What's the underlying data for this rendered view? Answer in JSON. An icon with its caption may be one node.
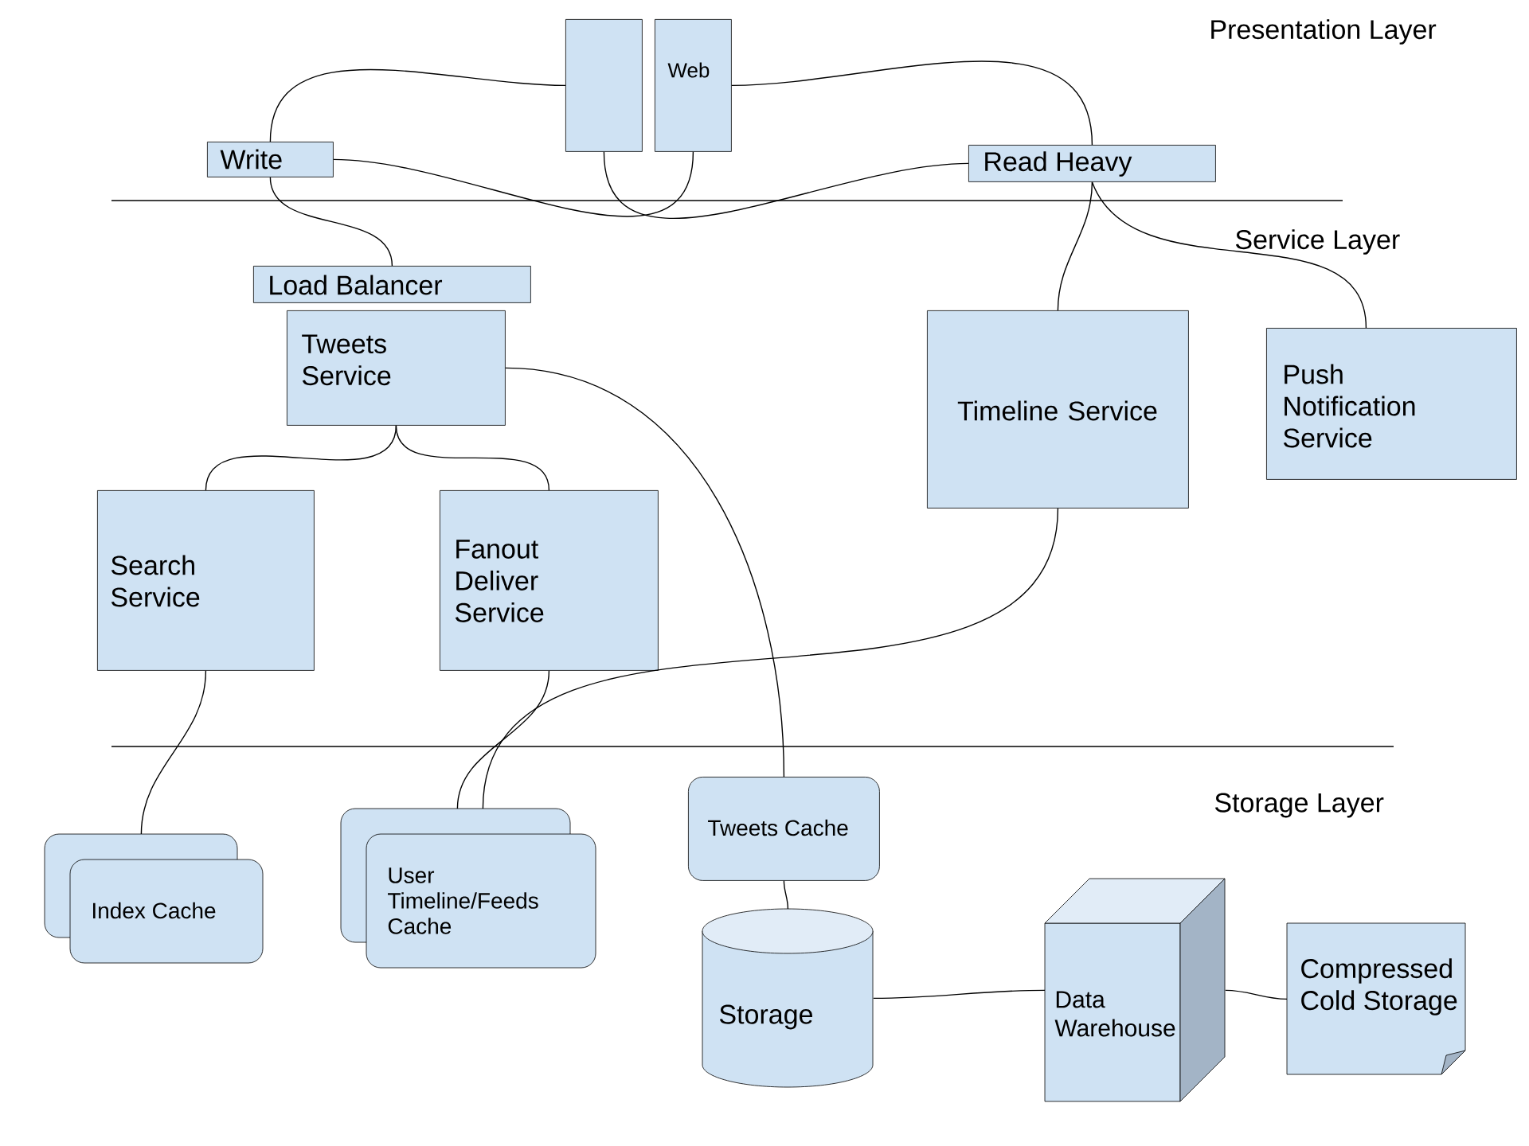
{
  "diagram": {
    "nodes": [
      {
        "text": [],
        "shape": "box"
      },
      {
        "text": [
          "Web"
        ]
      },
      {
        "text": [
          "Write"
        ]
      },
      {
        "text": [
          "Read Heavy"
        ]
      },
      {
        "text": [
          "Load Balancer"
        ]
      },
      {
        "text": [
          "Tweets Service"
        ]
      },
      {
        "text": [
          "Timeline Service"
        ]
      },
      {
        "text": [
          "Push Notification Service"
        ]
      },
      {
        "text": [
          "Search Service"
        ]
      },
      {
        "text": [
          "Fanout Deliver Service"
        ]
      },
      {
        "text": [
          "Index Cache"
        ]
      },
      {
        "text": [
          "User Timeline/Feeds Cache"
        ]
      },
      {
        "text": [
          "Tweets Cache"
        ]
      },
      {
        "text": [
          "Storage"
        ]
      },
      {
        "text": [
          "Data Warehouse"
        ]
      },
      {
        "text": [
          "Compressed Cold Storage"
        ]
      }
    ],
    "edges": [
      {
        "from": 2,
        "to": 0,
        "arrow": "none"
      },
      {
        "from": 2,
        "to": 1,
        "arrow": "none"
      },
      {
        "from": 0,
        "to": 3,
        "arrow": "none"
      },
      {
        "from": 1,
        "to": 3,
        "arrow": "none"
      },
      {
        "from": 2,
        "to": 4,
        "arrow": "none"
      },
      {
        "from": 3,
        "to": 6,
        "arrow": "none"
      },
      {
        "from": 3,
        "to": 7,
        "arrow": "none"
      },
      {
        "from": 5,
        "to": 8,
        "arrow": "none"
      },
      {
        "from": 5,
        "to": 9,
        "arrow": "none"
      },
      {
        "from": 5,
        "to": 12,
        "arrow": "none"
      },
      {
        "from": 6,
        "to": 11,
        "arrow": "none"
      },
      {
        "from": 8,
        "to": 10,
        "arrow": "none"
      },
      {
        "from": 9,
        "to": 11,
        "arrow": "none"
      },
      {
        "from": 12,
        "to": 13,
        "arrow": "none"
      },
      {
        "from": 13,
        "to": 14,
        "arrow": "none"
      },
      {
        "from": 14,
        "to": 15,
        "arrow": "none"
      }
    ],
    "labels": [
      "Presentation Layer",
      "Service Layer",
      "Storage Layer"
    ]
  }
}
